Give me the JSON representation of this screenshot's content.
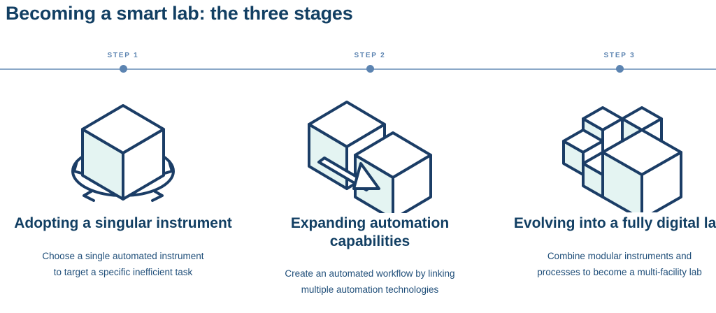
{
  "title": "Becoming a smart lab: the three stages",
  "colors": {
    "title_navy": "#123f63",
    "stroke_navy": "#1b3d66",
    "cube_fill": "#e4f4f2",
    "step_label_blue": "#5c84b1",
    "timeline_line": "#8ba8c8",
    "body_text": "#1f4e79",
    "background": "#ffffff"
  },
  "timeline": {
    "steps": [
      {
        "label": "STEP 1",
        "dot": "timeline-dot"
      },
      {
        "label": "STEP 2",
        "dot": "timeline-dot"
      },
      {
        "label": "STEP 3",
        "dot": "timeline-dot"
      }
    ]
  },
  "stages": [
    {
      "icon_name": "single-cube-rotation-icon",
      "heading_line_1": "Adopting a",
      "heading_line_2": "singular instrument",
      "desc_line_1": "Choose a single automated instrument",
      "desc_line_2": "to target a specific inefficient task"
    },
    {
      "icon_name": "two-linked-cubes-icon",
      "heading_line_1": "Expanding automation",
      "heading_line_2": "capabilities",
      "desc_line_1": "Create an automated workflow by linking",
      "desc_line_2": "multiple automation technologies"
    },
    {
      "icon_name": "modular-cube-cluster-icon",
      "heading_line_1": "Evolving into a",
      "heading_line_2": "fully digital lab",
      "desc_line_1": "Combine modular instruments and",
      "desc_line_2": "processes to become a multi-facility lab"
    }
  ]
}
